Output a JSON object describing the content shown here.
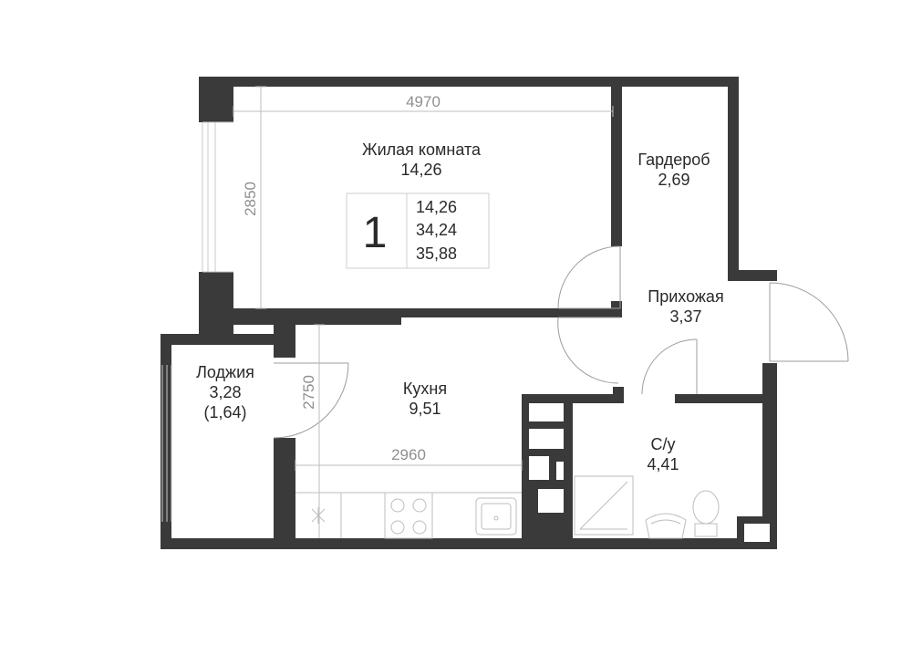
{
  "rooms": {
    "living": {
      "name": "Жилая комната",
      "area": "14,26"
    },
    "wardrobe": {
      "name": "Гардероб",
      "area": "2,69"
    },
    "hall": {
      "name": "Прихожая",
      "area": "3,37"
    },
    "loggia": {
      "name": "Лоджия",
      "area": "3,28",
      "area_reduced": "(1,64)"
    },
    "kitchen": {
      "name": "Кухня",
      "area": "9,51"
    },
    "bathroom": {
      "name": "С/у",
      "area": "4,41"
    }
  },
  "dimensions": {
    "living_width": "4970",
    "living_depth": "2850",
    "kitchen_depth": "2750",
    "kitchen_width": "2960"
  },
  "summary": {
    "rooms_count": "1",
    "living_area": "14,26",
    "total_area": "34,24",
    "total_with_loggia": "35,88"
  },
  "colors": {
    "wall": "#3a3a3a",
    "text": "#2a2a2a",
    "dimension": "#8f8f8f"
  }
}
